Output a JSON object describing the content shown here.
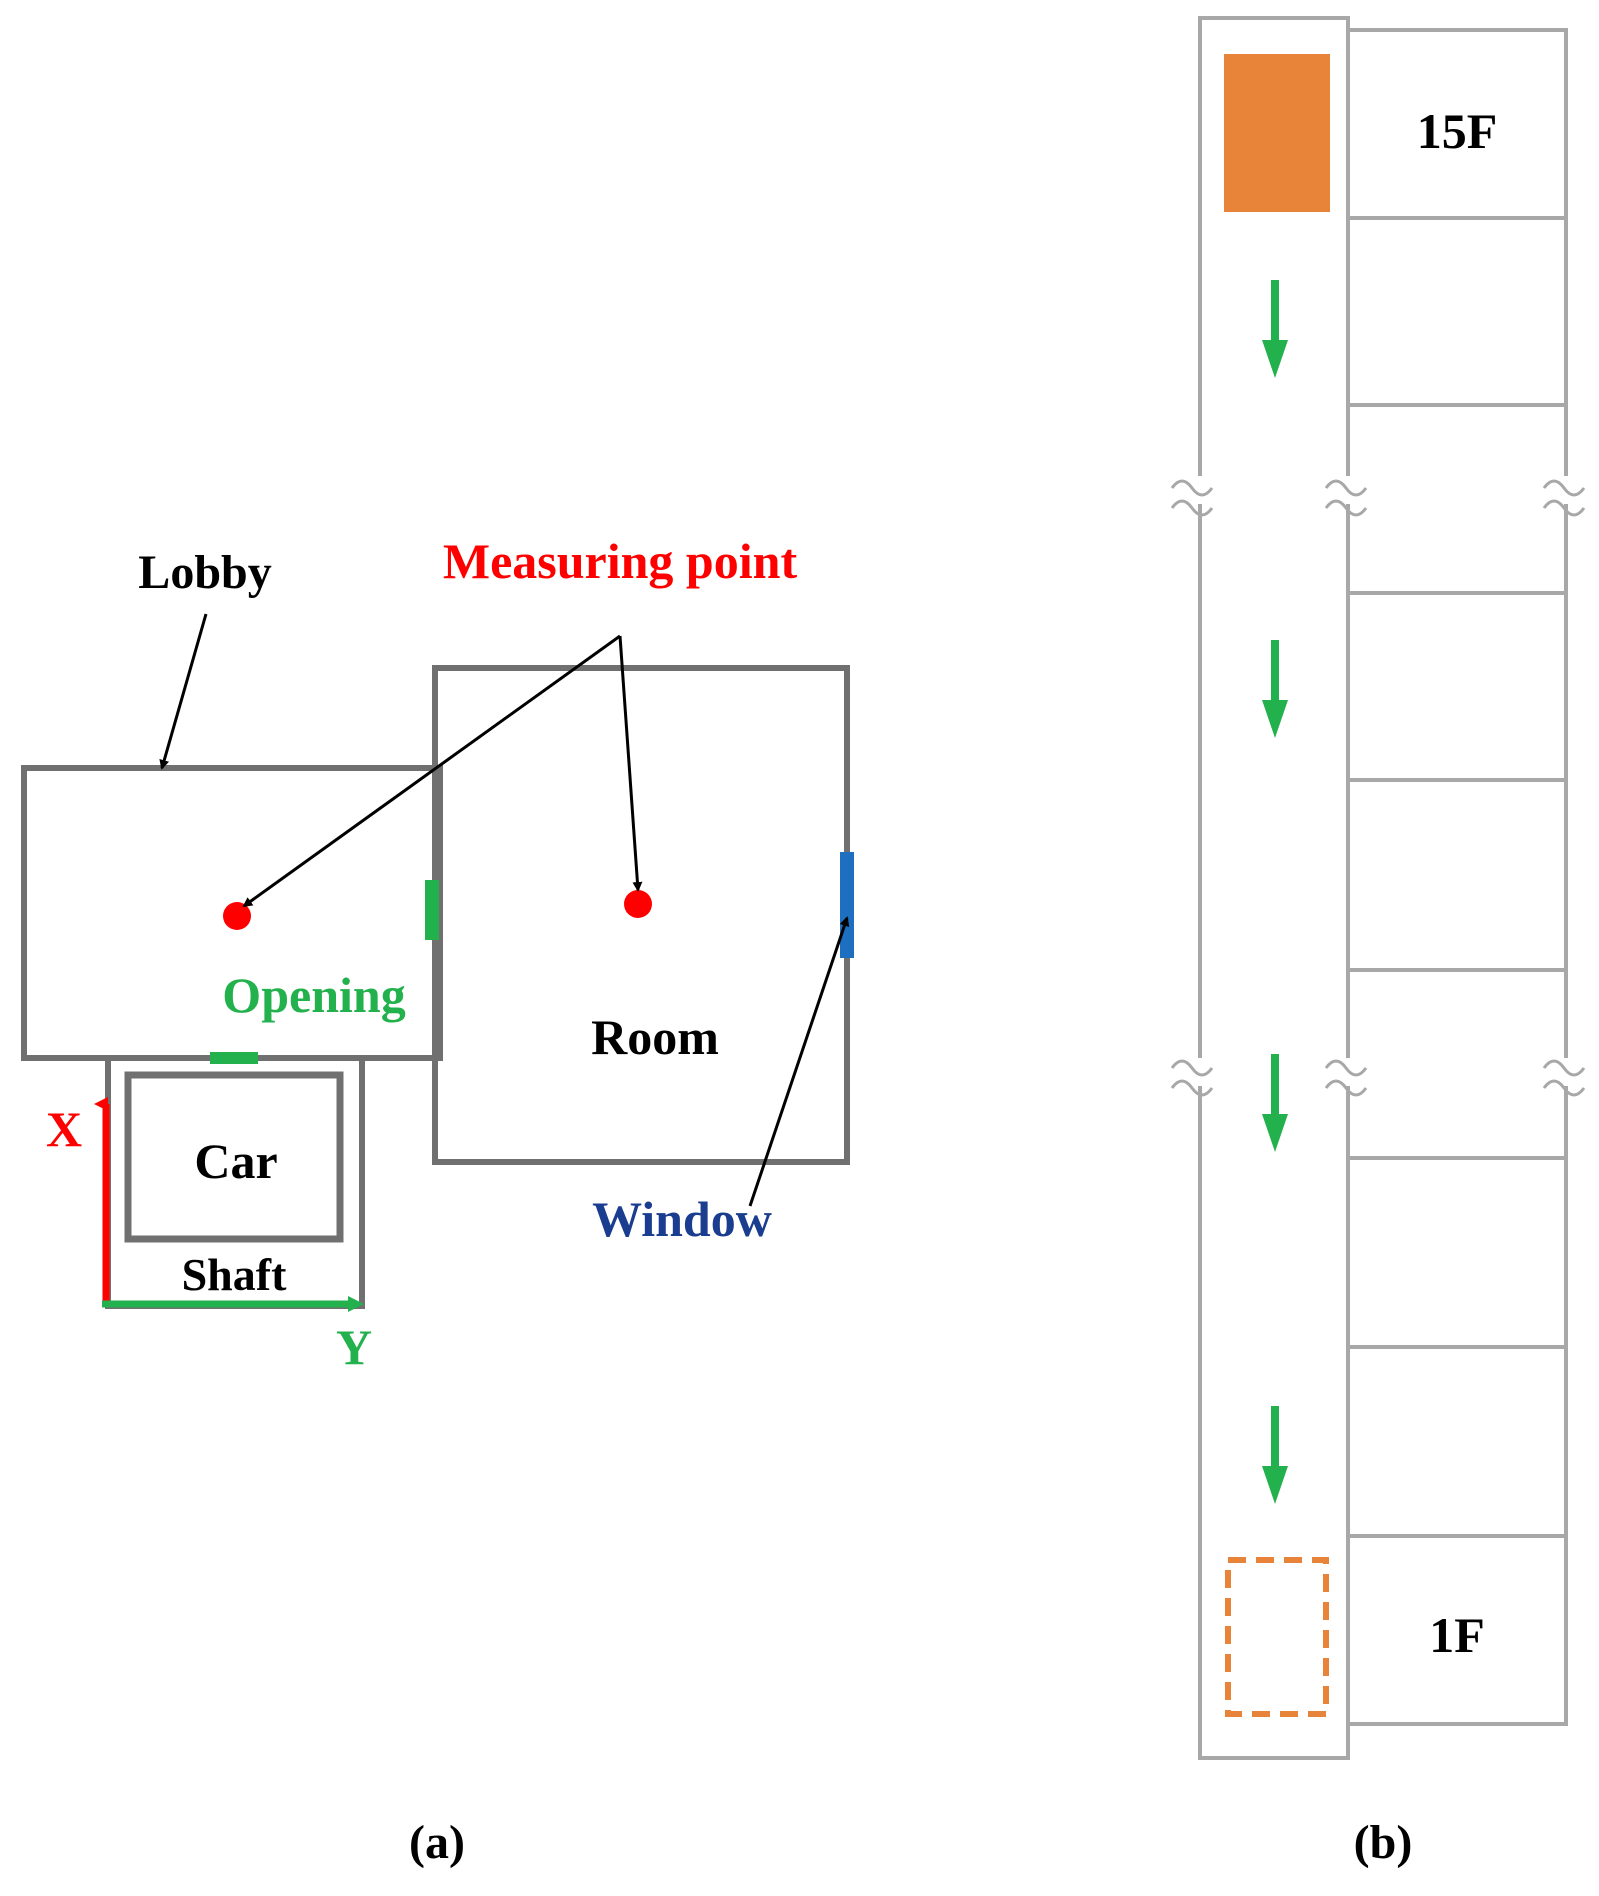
{
  "panel_a": {
    "caption": "(a)",
    "labels": {
      "lobby": "Lobby",
      "measuring_point": "Measuring point",
      "opening": "Opening",
      "room": "Room",
      "car": "Car",
      "shaft": "Shaft",
      "window": "Window",
      "axis_x": "X",
      "axis_y": "Y"
    }
  },
  "panel_b": {
    "caption": "(b)",
    "floor_labels": {
      "top": "15F",
      "bottom": "1F"
    }
  },
  "colors": {
    "wall": "#707070",
    "measuring_point": "#ff0000",
    "opening": "#22b14c",
    "window": "#1f6fc0",
    "window_label": "#1a3d8f",
    "axis_x": "#ff0000",
    "axis_y": "#22b14c",
    "arrow": "#000000",
    "car_solid": "#e8833a",
    "car_dashed": "#e8833a",
    "down_arrow": "#22b14c"
  }
}
